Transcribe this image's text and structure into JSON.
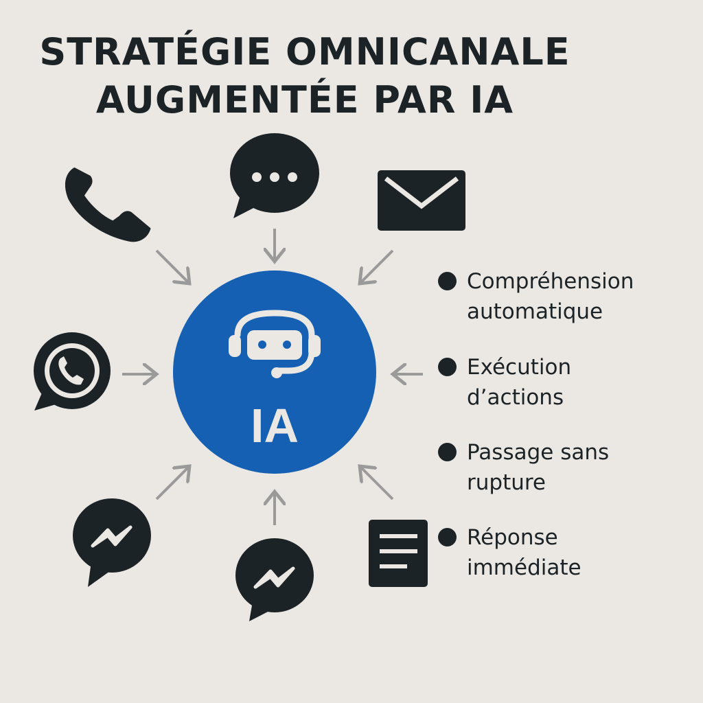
{
  "title": {
    "line1": "STRATÉGIE OMNICANALE",
    "line2": "AUGMENTÉE PAR IA"
  },
  "center": {
    "label": "IA",
    "icon": "robot-headset-icon",
    "color": "#1560b3"
  },
  "channels": [
    {
      "icon": "phone-icon"
    },
    {
      "icon": "chat-bubble-icon"
    },
    {
      "icon": "email-icon"
    },
    {
      "icon": "whatsapp-icon"
    },
    {
      "icon": "messenger-icon"
    },
    {
      "icon": "messenger-icon"
    },
    {
      "icon": "document-icon"
    }
  ],
  "benefits": [
    {
      "line1": "Compréhension",
      "line2": "automatique"
    },
    {
      "line1": "Exécution",
      "line2": "d’actions"
    },
    {
      "line1": "Passage sans",
      "line2": "rupture"
    },
    {
      "line1": "Réponse",
      "line2": "immédiate"
    }
  ],
  "colors": {
    "background": "#ebe8e4",
    "dark": "#1c2326",
    "arrow": "#9a9a9a",
    "accent": "#1560b3"
  }
}
